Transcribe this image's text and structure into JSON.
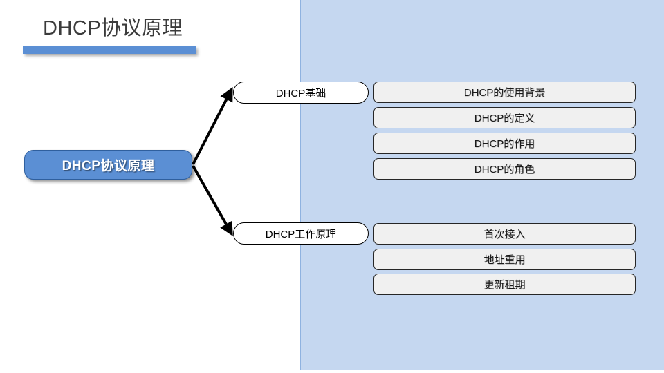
{
  "slide": {
    "title": "DHCP协议原理",
    "accent_color": "#5b8fd4",
    "panel_color": "#c5d7f0",
    "title_color": "#3b3b3b"
  },
  "diagram": {
    "root": {
      "label": "DHCP协议原理",
      "fill": "#5b8fd4",
      "text_color": "#ffffff"
    },
    "branches": [
      {
        "label": "DHCP基础",
        "leaves": [
          {
            "label": "DHCP的使用背景"
          },
          {
            "label": "DHCP的定义"
          },
          {
            "label": "DHCP的作用"
          },
          {
            "label": "DHCP的角色"
          }
        ]
      },
      {
        "label": "DHCP工作原理",
        "leaves": [
          {
            "label": "首次接入"
          },
          {
            "label": "地址重用"
          },
          {
            "label": "更新租期"
          }
        ]
      }
    ]
  }
}
